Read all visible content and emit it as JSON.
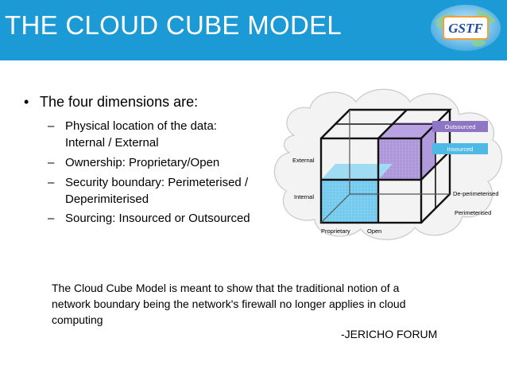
{
  "header": {
    "title": "THE CLOUD CUBE MODEL",
    "logo_text": "GSTF",
    "background_color": "#1c9ad6"
  },
  "bullets": {
    "main": "The four dimensions are:",
    "items": [
      {
        "lines": [
          "Physical location of the data:",
          "Internal / External"
        ]
      },
      {
        "lines": [
          "Ownership: Proprietary/Open"
        ]
      },
      {
        "lines": [
          "Security boundary: Perimeterised /",
          "Deperimiterised"
        ]
      },
      {
        "lines": [
          "Sourcing: Insourced or Outsourced"
        ]
      }
    ]
  },
  "diagram": {
    "labels": {
      "outsourced": "Outsourced",
      "insourced": "Insourced",
      "external": "External",
      "internal": "Internal",
      "de_perimeterised": "De-perimeterised",
      "perimeterised": "Perimeterised",
      "proprietary": "Proprietary",
      "open": "Open"
    },
    "colors": {
      "purple": "#9f7fd0",
      "blue": "#5fc3ec",
      "cloud": "#f2f2f2"
    }
  },
  "quote": {
    "text": "The Cloud Cube Model is meant to show that the traditional notion of a network boundary being the network's firewall no longer applies in cloud computing",
    "attribution": "-JERICHO FORUM"
  }
}
